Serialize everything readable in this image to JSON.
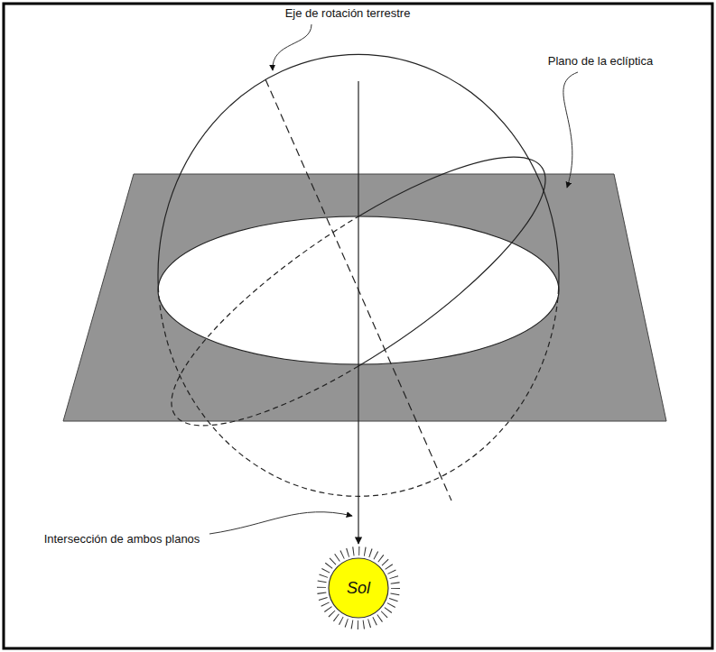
{
  "diagram": {
    "nodes": [
      {
        "text": [
          "Sol"
        ]
      }
    ],
    "labels": [
      "Eje de rotación terrestre",
      "Plano de la eclíptica",
      "Intersección de ambos planos"
    ]
  }
}
